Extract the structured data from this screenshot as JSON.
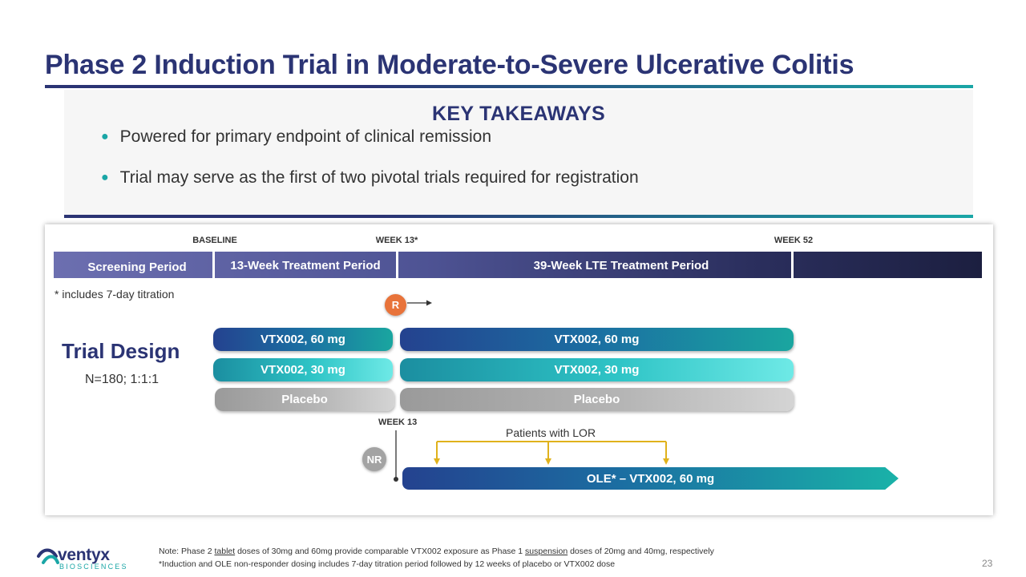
{
  "slide": {
    "title": "Phase 2 Induction Trial in Moderate-to-Severe Ulcerative Colitis",
    "page_number": "23"
  },
  "key_takeaways": {
    "heading": "KEY TAKEAWAYS",
    "bullets": [
      "Powered for primary endpoint of clinical remission",
      "Trial may serve as the first of two pivotal trials required for registration"
    ]
  },
  "timeline": {
    "milestones": [
      "BASELINE",
      "WEEK 13*",
      "WEEK 52"
    ],
    "periods": [
      "Screening Period",
      "13-Week Treatment Period",
      "39-Week LTE Treatment Period"
    ],
    "titration_note": "* includes 7-day titration"
  },
  "trial_design": {
    "title": "Trial Design",
    "subtitle": "N=180; 1:1:1",
    "randomization_marker": "R",
    "induction_arms": [
      "VTX002, 60 mg",
      "VTX002, 30 mg",
      "Placebo"
    ],
    "lte_arms": [
      "VTX002, 60 mg",
      "VTX002, 30 mg",
      "Placebo"
    ],
    "week13_label": "WEEK 13",
    "non_responder_marker": "NR",
    "lor_label": "Patients with LOR",
    "ole_label": "OLE* – VTX002, 60 mg"
  },
  "colors": {
    "navy": "#2b3474",
    "teal": "#1aa6a6",
    "orange": "#e8733a",
    "gray": "#a3a3a3",
    "gold": "#e0b21c"
  },
  "footer": {
    "logo_name": "ventyx",
    "logo_sub": "BIOSCIENCES",
    "note": {
      "prefix": "Note: Phase 2 ",
      "term1": "tablet",
      "middle": " doses of 30mg and 60mg provide comparable VTX002 exposure as Phase 1 ",
      "term2": "suspension",
      "suffix": " doses of 20mg and 40mg, respectively"
    },
    "footnote": "*Induction and OLE non-responder dosing includes 7-day titration period followed by 12 weeks of placebo or VTX002 dose"
  }
}
